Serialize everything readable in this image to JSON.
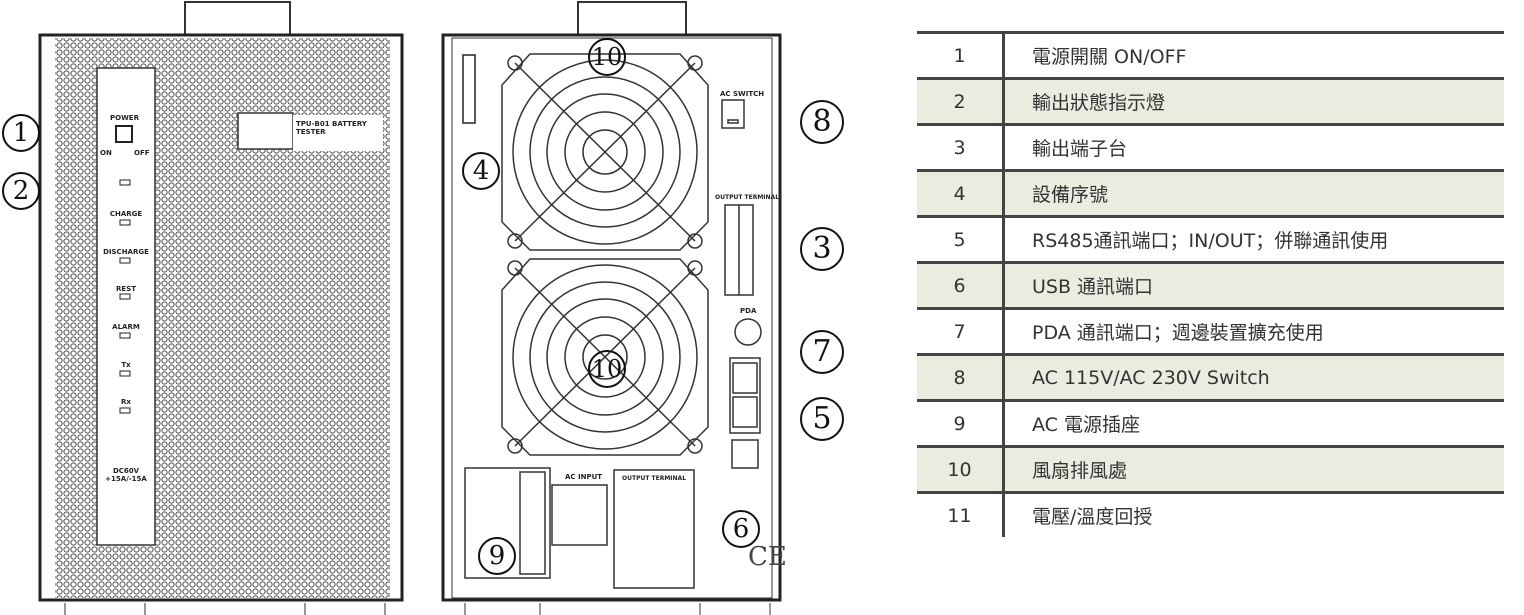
{
  "front_panel": {
    "power_label": "POWER",
    "switch_on": "ON",
    "switch_off": "OFF",
    "model": "TPU-B01 BATTERY TESTER",
    "indicators": [
      "CHARGE",
      "DISCHARGE",
      "REST",
      "ALARM",
      "Tx",
      "Rx"
    ],
    "rating": "DC60V +15A/-15A"
  },
  "rear_panel": {
    "ac_switch": "AC SWITCH",
    "output_terminal": "OUTPUT TERMINAL",
    "pda": "PDA",
    "ac_input": "AC INPUT",
    "output_terminal_box": "OUTPUT TERMINAL"
  },
  "callouts": [
    "1",
    "2",
    "3",
    "4",
    "5",
    "6",
    "7",
    "8",
    "9",
    "10"
  ],
  "table": {
    "rows": [
      {
        "num": "1",
        "desc": "電源開關 ON/OFF"
      },
      {
        "num": "2",
        "desc": "輸出狀態指示燈"
      },
      {
        "num": "3",
        "desc": "輸出端子台"
      },
      {
        "num": "4",
        "desc": "設備序號"
      },
      {
        "num": "5",
        "desc": "RS485通訊端口；IN/OUT；併聯通訊使用"
      },
      {
        "num": "6",
        "desc": "USB 通訊端口"
      },
      {
        "num": "7",
        "desc": "PDA 通訊端口；週邊裝置擴充使用"
      },
      {
        "num": "8",
        "desc": "AC 115V/AC 230V Switch"
      },
      {
        "num": "9",
        "desc": "AC 電源插座"
      },
      {
        "num": "10",
        "desc": "風扇排風處"
      },
      {
        "num": "11",
        "desc": "電壓/溫度回授"
      }
    ]
  }
}
